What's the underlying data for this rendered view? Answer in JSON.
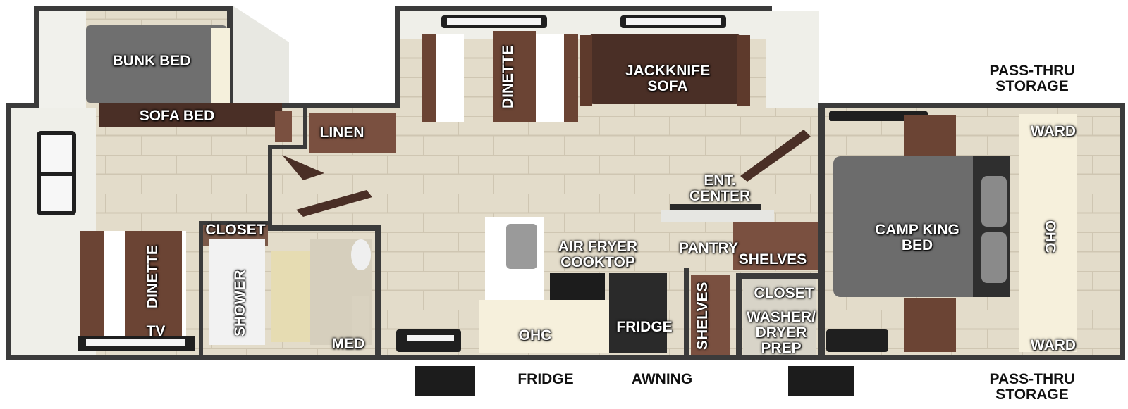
{
  "colors": {
    "wall": "#3a3a3a",
    "floor": "#e2dbc9",
    "wood": "#6b4434",
    "bed": "#7a7a7a",
    "counter": "#f6f0dc",
    "door": "#1e1e1e"
  },
  "labels": {
    "bunk_bed": "BUNK BED",
    "sofa_bed": "SOFA BED",
    "dinette_left": "DINETTE",
    "tv": "TV",
    "closet_left": "CLOSET",
    "shower": "SHOWER",
    "med": "MED",
    "linen": "LINEN",
    "dinette_top": "DINETTE",
    "jackknife_sofa": "JACKKNIFE\nSOFA",
    "ent_center": "ENT.\nCENTER",
    "air_fryer_cooktop": "AIR FRYER\nCOOKTOP",
    "pantry": "PANTRY",
    "shelves_right": "SHELVES",
    "shelves_vertical": "SHELVES",
    "ohc_kitchen": "OHC",
    "fridge_inside": "FRIDGE",
    "closet_right": "CLOSET",
    "washer_dryer": "WASHER/\nDRYER\nPREP",
    "camp_king_bed": "CAMP KING\nBED",
    "ward_top": "WARD",
    "ward_bottom": "WARD",
    "ohc_bedroom": "OHC"
  },
  "exterior": {
    "pass_thru_top": "PASS-THRU\nSTORAGE",
    "pass_thru_bottom": "PASS-THRU\nSTORAGE",
    "fridge": "FRIDGE",
    "awning": "AWNING"
  }
}
